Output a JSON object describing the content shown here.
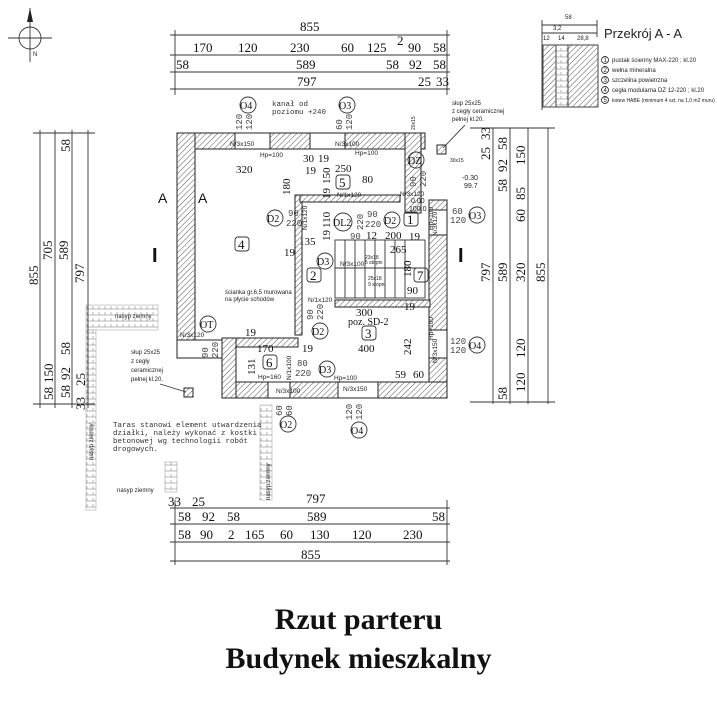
{
  "title": {
    "line1": "Rzut parteru",
    "line2": "Budynek mieszkalny"
  },
  "compass": {
    "label": "N"
  },
  "section": {
    "title": "Przekrój A - A",
    "dims": [
      "58",
      "3,2",
      "12",
      "14",
      "28,8"
    ],
    "legend": [
      {
        "num": "1",
        "text": "pustak ścienny MAX-220 ; kl.20"
      },
      {
        "num": "2",
        "text": "wełna mineralna"
      },
      {
        "num": "3",
        "text": "szczelina powietrzna"
      },
      {
        "num": "4",
        "text": "cegła modularna DZ 12-220 ; kl.20"
      },
      {
        "num": "5",
        "text": "kotew HABE (minimum 4 szt. na 1,0 m2 muru)"
      }
    ]
  },
  "dims": {
    "top": [
      "855",
      "170",
      "120",
      "230",
      "60",
      "125",
      "2",
      "90",
      "58",
      "58",
      "589",
      "58",
      "92",
      "58",
      "797",
      "25",
      "33"
    ],
    "bottom": [
      "33",
      "25",
      "797",
      "58",
      "92",
      "58",
      "589",
      "58",
      "58",
      "90",
      "2",
      "165",
      "60",
      "130",
      "120",
      "230",
      "855"
    ],
    "left": [
      "58",
      "855",
      "705",
      "589",
      "797",
      "58",
      "58",
      "150",
      "92",
      "58",
      "25",
      "33"
    ],
    "right": [
      "33",
      "58",
      "25",
      "150",
      "92",
      "58",
      "85",
      "60",
      "797",
      "589",
      "320",
      "855",
      "120",
      "120",
      "58"
    ]
  },
  "rooms": [
    "4",
    "5",
    "2",
    "1",
    "3",
    "6",
    "7"
  ],
  "interior_dims": [
    "320",
    "180",
    "30",
    "19",
    "19",
    "150",
    "250",
    "80",
    "19",
    "110",
    "19",
    "135",
    "19",
    "265",
    "200",
    "12",
    "19",
    "180",
    "90",
    "19",
    "300",
    "242",
    "400",
    "170",
    "19",
    "131",
    "19",
    "59",
    "60"
  ],
  "openings": [
    "O4",
    "O3",
    "O2",
    "O4",
    "O3",
    "O4",
    "OT",
    "D2",
    "D2",
    "D2",
    "D3",
    "D3",
    "DZ",
    "DL2"
  ],
  "opening_sizes": [
    "120",
    "120",
    "60",
    "120",
    "90",
    "220",
    "90",
    "220",
    "90",
    "220",
    "60",
    "120",
    "120",
    "120",
    "90",
    "220",
    "80",
    "220",
    "90",
    "220",
    "60",
    "60",
    "120",
    "120",
    "90",
    "220"
  ],
  "lintels": [
    "N/3x150",
    "N/3x100",
    "N/3x120",
    "N/1x120",
    "N/1x120",
    "N/1x120",
    "N/3x120",
    "N/1x100",
    "N/3x100",
    "N/3x150",
    "N/3x150",
    "N/3x120",
    "N/3x100"
  ],
  "sills": [
    "Hp=100",
    "Hp=100",
    "Hp=100",
    "Hp=160",
    "Hp=100",
    "Hp=100"
  ],
  "annotations": {
    "channel": [
      "kanał od",
      "poziomu +240"
    ],
    "column_top": [
      "słup 25x25",
      "z cegły ceramicznej",
      "pełnej kl.20."
    ],
    "column_left": [
      "słup 25x25",
      "z cegły",
      "ceramicznej",
      "pełnej kl.20."
    ],
    "partition": [
      "ścianka gr.6,5 murowana",
      "na płycie schodów"
    ],
    "stairs": "poz. SD-2",
    "steps_upper": [
      "23x18",
      "5 stopni"
    ],
    "steps_lower": [
      "25x18",
      "9 stopni"
    ],
    "level_zero": [
      "0.00",
      "100.0"
    ],
    "level_entry": [
      "-0.30",
      "99.7"
    ],
    "flue": [
      "20x15",
      "30x15"
    ],
    "terrace": [
      "Taras stanowi element utwardzenia",
      "działki, należy wykonać z kostki",
      "betonowej wg technologii robót",
      "drogowych."
    ],
    "ground": [
      "nasyp ziemny",
      "nasyp ziemny",
      "nasyp ziemny",
      "nasyp ziemny"
    ],
    "sections": [
      "A",
      "A",
      "I",
      "I"
    ]
  }
}
